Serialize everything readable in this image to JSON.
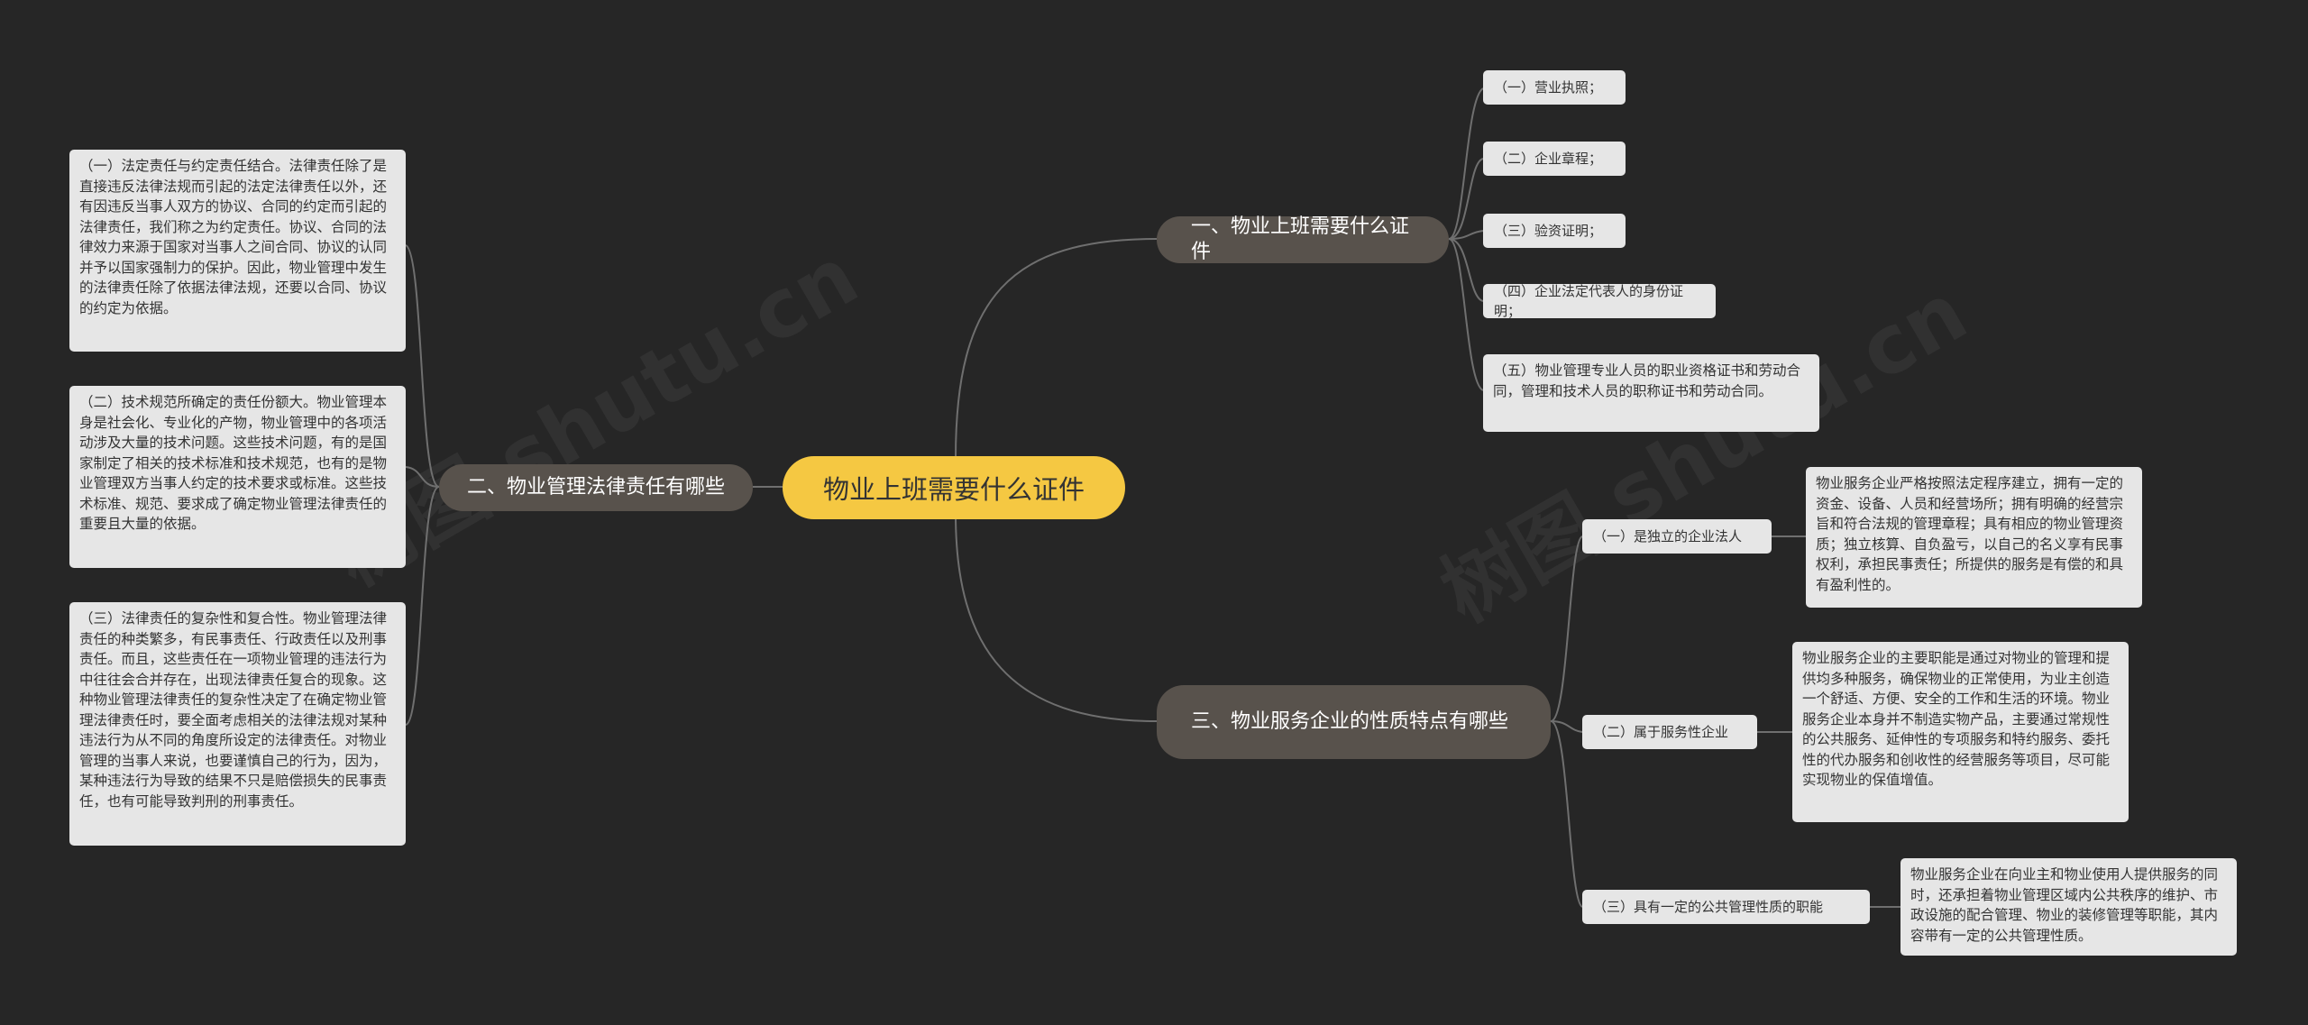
{
  "root": {
    "label": "物业上班需要什么证件"
  },
  "branch1": {
    "label": "一、物业上班需要什么证件",
    "items": [
      "（一）营业执照；",
      "（二）企业章程；",
      "（三）验资证明；",
      "（四）企业法定代表人的身份证明；",
      "（五）物业管理专业人员的职业资格证书和劳动合同，管理和技术人员的职称证书和劳动合同。"
    ]
  },
  "branch2": {
    "label": "二、物业管理法律责任有哪些",
    "items": [
      "（一）法定责任与约定责任结合。法律责任除了是直接违反法律法规而引起的法定法律责任以外，还有因违反当事人双方的协议、合同的约定而引起的法律责任，我们称之为约定责任。协议、合同的法律效力来源于国家对当事人之间合同、协议的认同并予以国家强制力的保护。因此，物业管理中发生的法律责任除了依据法律法规，还要以合同、协议的约定为依据。",
      "（二）技术规范所确定的责任份额大。物业管理本身是社会化、专业化的产物，物业管理中的各项活动涉及大量的技术问题。这些技术问题，有的是国家制定了相关的技术标准和技术规范，也有的是物业管理双方当事人约定的技术要求或标准。这些技术标准、规范、要求成了确定物业管理法律责任的重要且大量的依据。",
      "（三）法律责任的复杂性和复合性。物业管理法律责任的种类繁多，有民事责任、行政责任以及刑事责任。而且，这些责任在一项物业管理的违法行为中往往会合并存在，出现法律责任复合的现象。这种物业管理法律责任的复杂性决定了在确定物业管理法律责任时，要全面考虑相关的法律法规对某种违法行为从不同的角度所设定的法律责任。对物业管理的当事人来说，也要谨慎自己的行为，因为，某种违法行为导致的结果不只是赔偿损失的民事责任，也有可能导致判刑的刑事责任。"
    ]
  },
  "branch3": {
    "label": "三、物业服务企业的性质特点有哪些",
    "items": [
      {
        "label": "（一）是独立的企业法人",
        "detail": "物业服务企业严格按照法定程序建立，拥有一定的资金、设备、人员和经营场所；拥有明确的经营宗旨和符合法规的管理章程；具有相应的物业管理资质；独立核算、自负盈亏，以自己的名义享有民事权利，承担民事责任；所提供的服务是有偿的和具有盈利性的。"
      },
      {
        "label": "（二）属于服务性企业",
        "detail": "物业服务企业的主要职能是通过对物业的管理和提供均多种服务，确保物业的正常使用，为业主创造一个舒适、方便、安全的工作和生活的环境。物业服务企业本身并不制造实物产品，主要通过常规性的公共服务、延伸性的专项服务和特约服务、委托性的代办服务和创收性的经营服务等项目，尽可能实现物业的保值增值。"
      },
      {
        "label": "（三）具有一定的公共管理性质的职能",
        "detail": "物业服务企业在向业主和物业使用人提供服务的同时，还承担着物业管理区域内公共秩序的维护、市政设施的配合管理、物业的装修管理等职能，其内容带有一定的公共管理性质。"
      }
    ]
  },
  "colors": {
    "background": "#262626",
    "root_fill": "#f5c842",
    "branch_fill": "#58524c",
    "leaf_fill": "#e6e6e6",
    "connector": "#6f6f6f"
  }
}
